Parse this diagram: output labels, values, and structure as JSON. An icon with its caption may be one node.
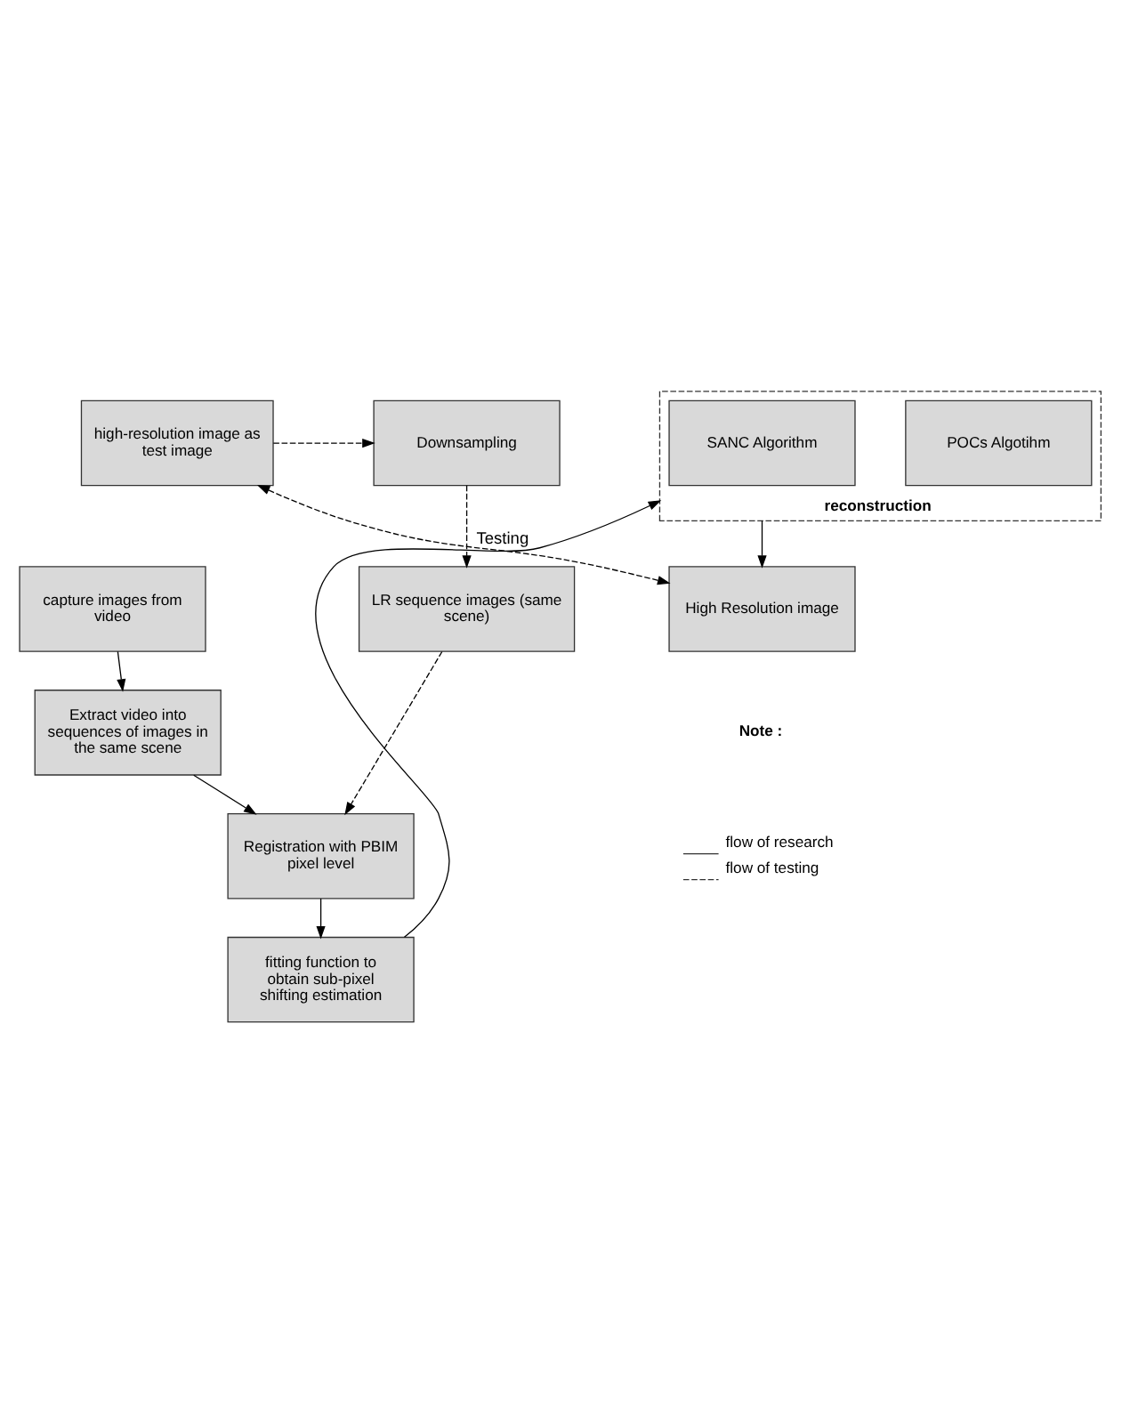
{
  "diagram": {
    "nodes": [
      {
        "text": [
          "high-resolution image as test image"
        ]
      },
      {
        "text": [
          "Downsampling"
        ]
      },
      {
        "text": [
          "capture images from video"
        ]
      },
      {
        "text": [
          "LR sequence images (same scene)"
        ]
      },
      {
        "text": [
          "reconstruction"
        ]
      },
      {
        "text": [
          "POCs Algotihm"
        ],
        "in": 4
      },
      {
        "text": [
          "SANC Algorithm"
        ],
        "in": 4
      },
      {
        "text": [
          "Extract video into sequences of images in the same scene"
        ]
      },
      {
        "text": [
          "Registration with PBIM pixel level"
        ]
      },
      {
        "text": [
          "High Resolution image"
        ]
      },
      {
        "text": [
          "fitting function to obtain sub-pixel shifting estimation"
        ]
      }
    ],
    "edges": [
      {
        "from": 0,
        "to": 1,
        "arrow": "to",
        "style": "dashed"
      },
      {
        "from": 1,
        "to": 3,
        "arrow": "to",
        "style": "dashed"
      },
      {
        "from": 2,
        "to": 7,
        "arrow": "to"
      },
      {
        "from": 3,
        "to": 8,
        "arrow": "to",
        "style": "dashed"
      },
      {
        "from": 7,
        "to": 8,
        "arrow": "to"
      },
      {
        "from": 8,
        "to": 10,
        "arrow": "to"
      },
      {
        "from": 10,
        "to": 4,
        "arrow": "to"
      },
      {
        "from": 4,
        "to": 9,
        "arrow": "to"
      },
      {
        "from": 9,
        "to": 0,
        "arrow": "both",
        "style": "dashed",
        "label": "Testing"
      }
    ],
    "labels": [
      "Note :"
    ],
    "legend": [
      {
        "text": "flow of research"
      },
      {
        "text": "flow of testing"
      }
    ]
  }
}
